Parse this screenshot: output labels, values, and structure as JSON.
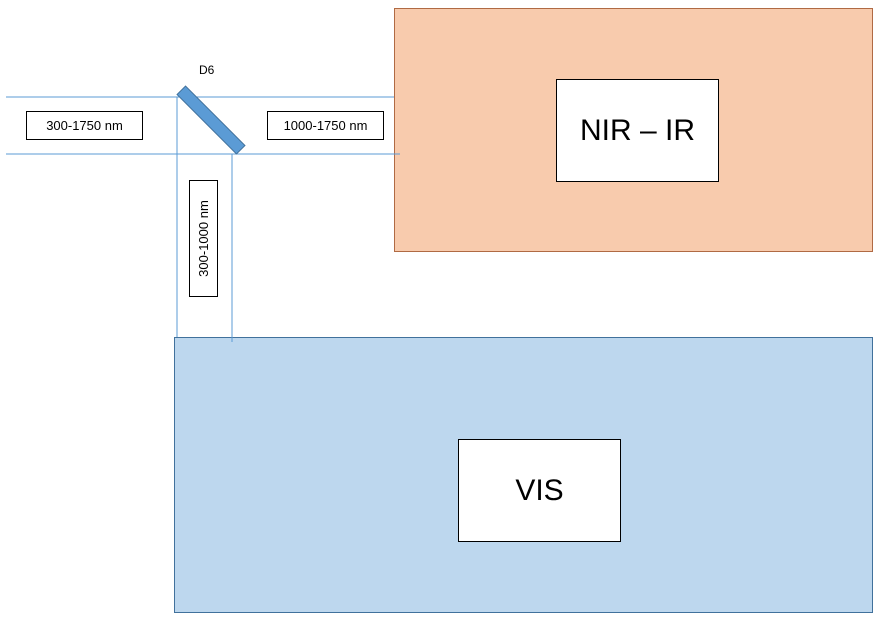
{
  "colors": {
    "nir_region_fill": "#f8cbad",
    "vis_region_fill": "#bdd7ee",
    "beam_line": "#5b9bd5",
    "mirror_fill": "#5b9bd5",
    "mirror_stroke": "#41719c"
  },
  "mirror": {
    "label": "D6"
  },
  "beams": {
    "input_range": "300-1750 nm",
    "transmitted_range": "1000-1750 nm",
    "reflected_range": "300-1000 nm"
  },
  "regions": {
    "nir": {
      "label": "NIR – IR"
    },
    "vis": {
      "label": "VIS"
    }
  }
}
